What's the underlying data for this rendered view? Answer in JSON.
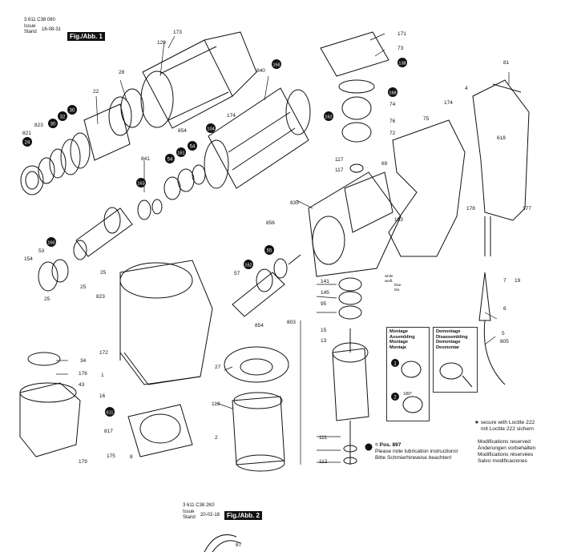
{
  "header": {
    "doc_number": "3 611 C38 080",
    "issue_label": "Issue",
    "stand_label": "Stand",
    "issue_date": "16-08-31",
    "fig_label": "Fig./Abb. 1"
  },
  "header2": {
    "doc_number": "3 611 C38 2K0",
    "issue_label": "Issue",
    "stand_label": "Stand",
    "issue_date": "20-02-18",
    "fig_label": "Fig./Abb. 2"
  },
  "wire_labels": {
    "white": "white",
    "wei": "weiß",
    "blue": "blue",
    "bla": "bla."
  },
  "callouts": [
    "173",
    "129",
    "28",
    "22",
    "821",
    "24",
    "823",
    "30",
    "32",
    "30",
    "840",
    "168",
    "174",
    "854",
    "104",
    "54",
    "161",
    "54",
    "841",
    "163",
    "53",
    "160",
    "154",
    "25",
    "25",
    "823",
    "25",
    "856",
    "55",
    "162",
    "57",
    "854",
    "34",
    "176",
    "43",
    "179",
    "172",
    "1",
    "16",
    "611",
    "817",
    "175",
    "8",
    "2",
    "27",
    "113",
    "171",
    "73",
    "138",
    "168",
    "74",
    "76",
    "72",
    "162",
    "117",
    "117",
    "839",
    "141",
    "145",
    "95",
    "803",
    "15",
    "13",
    "111",
    "112",
    "69",
    "183",
    "75",
    "174",
    "4",
    "81",
    "618",
    "178",
    "177",
    "7",
    "19",
    "6",
    "5",
    "805",
    "87"
  ],
  "panels": {
    "assembling": {
      "line1": "Montage",
      "line2": "Assembling",
      "line3": "Montage",
      "line4": "Montaje",
      "mark1": "1",
      "mark2": "2",
      "deg": "180°"
    },
    "disassembling": {
      "line1": "Demontage",
      "line2": "Disassembling",
      "line3": "Demontage",
      "line4": "Desmontar"
    }
  },
  "notes": {
    "pos_label": "= Pos. 897",
    "lubrication_en": "Please note lubrication instructions!",
    "lubrication_de": "Bitte Schmierhinweise beachten!",
    "loctite_en": "★ secure with Loctite 222",
    "loctite_de": "mit Loctite 222 sichern",
    "mods_en": "Modifications reserved",
    "mods_de": "Änderungen vorbehalten",
    "mods_fr": "Modifications réservées",
    "mods_es": "Salvo modificaciones"
  },
  "colors": {
    "ink": "#111111",
    "fill": "#ffffff",
    "badge": "#111111"
  }
}
